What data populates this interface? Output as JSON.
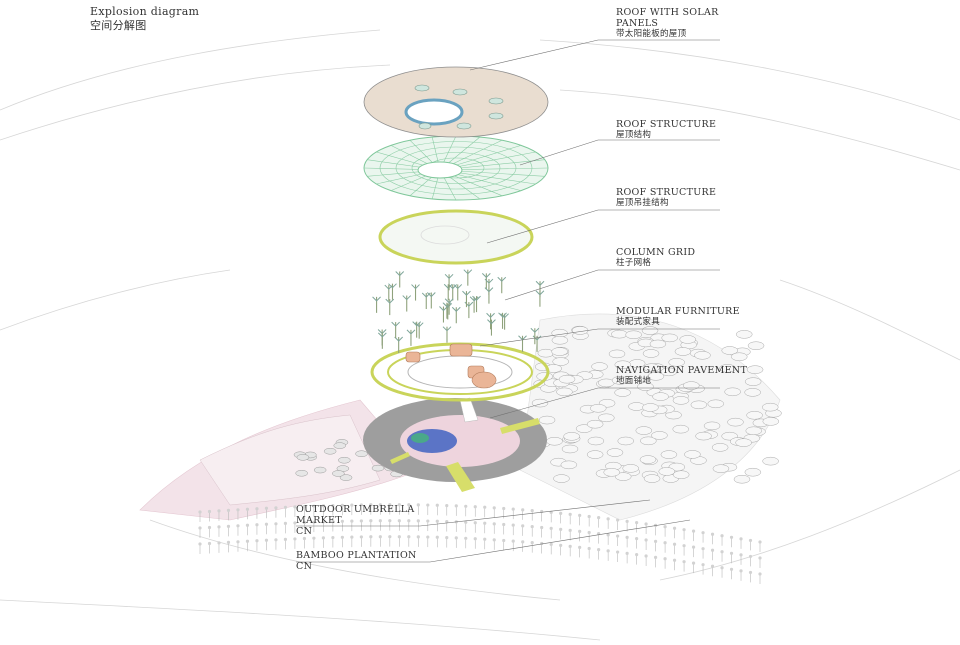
{
  "title": {
    "en": "Explosion diagram",
    "zh": "空间分解图"
  },
  "layers": [
    {
      "id": "roof-solar",
      "en_lines": [
        "ROOF WITH SOLAR",
        "PANELS"
      ],
      "zh": "带太阳能板的屋顶"
    },
    {
      "id": "roof-structure",
      "en_lines": [
        "ROOF STRUCTURE"
      ],
      "zh": "屋顶结构"
    },
    {
      "id": "roof-hanging",
      "en_lines": [
        "ROOF STRUCTURE"
      ],
      "zh": "屋顶吊挂结构"
    },
    {
      "id": "column-grid",
      "en_lines": [
        "COLUMN GRID"
      ],
      "zh": "柱子网格"
    },
    {
      "id": "modular-furniture",
      "en_lines": [
        "MODULAR FURNITURE"
      ],
      "zh": "装配式家具"
    },
    {
      "id": "navigation-pavement",
      "en_lines": [
        "NAVIGATION PAVEMENT"
      ],
      "zh": "地面铺地"
    }
  ],
  "site_labels": [
    {
      "id": "umbrella-market",
      "en_lines": [
        "OUTDOOR UMBRELLA",
        "MARKET"
      ],
      "zh": "CN"
    },
    {
      "id": "bamboo",
      "en_lines": [
        "BAMBOO PLANTATION"
      ],
      "zh": "CN"
    }
  ],
  "colors": {
    "roof": "#e9ddd0",
    "solar": "#cfe6de",
    "structure": "#7fc79a",
    "ring": "#c9d45a",
    "pavement": "#9a9a9a",
    "pink": "#ecd3dc",
    "water": "#5b74c6",
    "furniture": "#e8b28e"
  }
}
